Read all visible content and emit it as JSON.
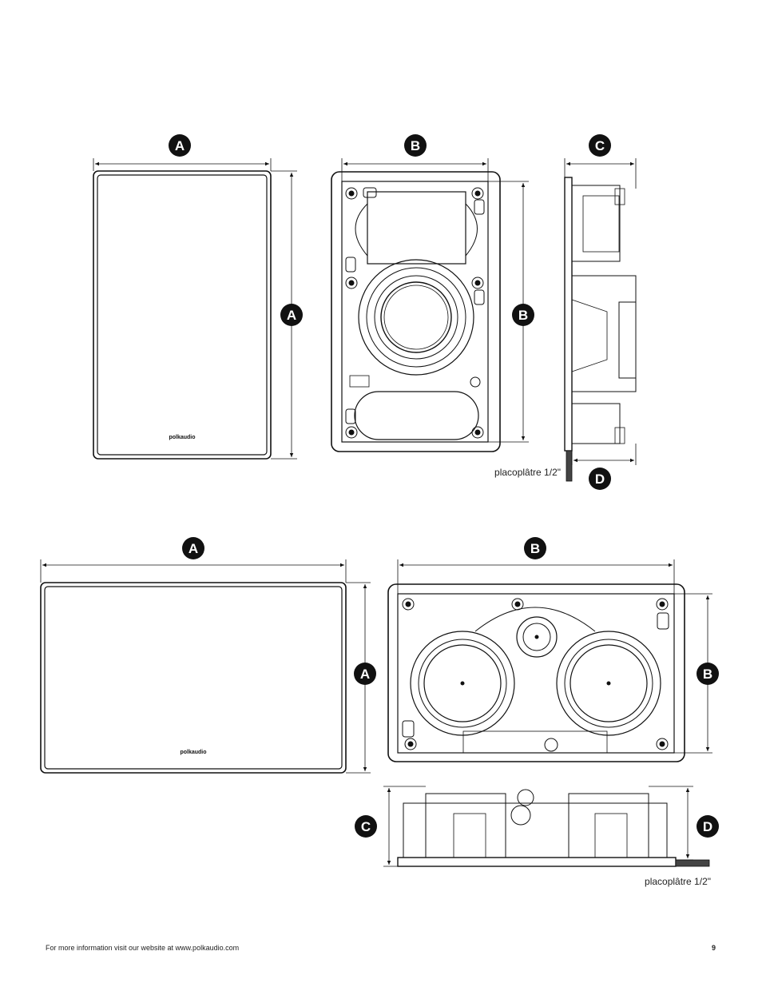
{
  "labels": {
    "a": "A",
    "b": "B",
    "c": "C",
    "d": "D"
  },
  "brand": "polkaudio",
  "drywall_note": "placoplâtre 1/2\"",
  "footer": {
    "info": "For more information visit our website at www.polkaudio.com",
    "page": "9"
  },
  "colors": {
    "ink": "#111111",
    "badge": "#111111"
  }
}
